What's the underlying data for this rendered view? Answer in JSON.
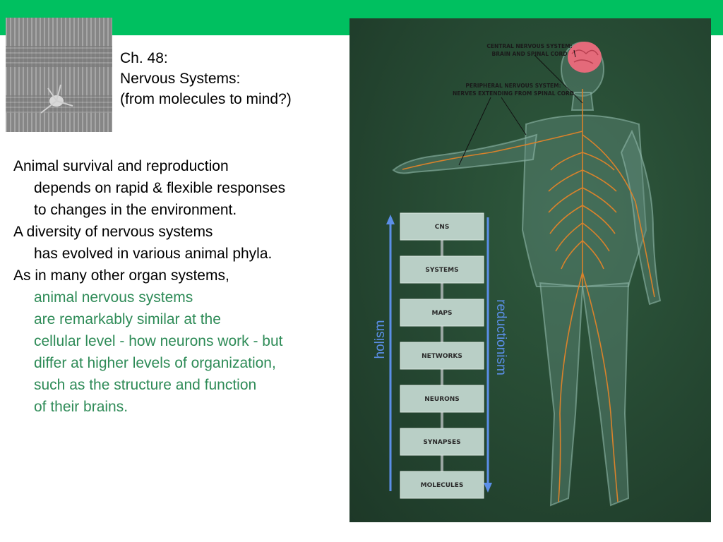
{
  "slide": {
    "title_lines": [
      "Ch. 48:",
      "Nervous Systems:",
      "(from molecules to mind?)"
    ],
    "paragraphs": [
      {
        "first": "Animal survival and reproduction",
        "rest": [
          "depends on rapid & flexible responses",
          "to changes in the environment."
        ]
      },
      {
        "first": "A diversity of nervous systems",
        "rest": [
          "has evolved in various animal phyla."
        ]
      },
      {
        "first": "As in many other organ systems,",
        "rest_green": [
          "animal nervous systems",
          "are remarkably similar at the",
          "cellular level - how neurons work - but",
          "differ at higher levels of organization,",
          "such as the structure and function",
          "of their brains."
        ]
      }
    ]
  },
  "figure": {
    "label_cns": [
      "CENTRAL NERVOUS SYSTEM:",
      "BRAIN AND SPINAL CORD"
    ],
    "label_pns": [
      "PERIPHERAL NERVOUS SYSTEM:",
      "NERVES EXTENDING FROM SPINAL CORD"
    ],
    "levels": [
      "CNS",
      "SYSTEMS",
      "MAPS",
      "NETWORKS",
      "NEURONS",
      "SYNAPSES",
      "MOLECULES"
    ],
    "axis_up": "holism",
    "axis_down": "reductionism"
  },
  "colors": {
    "top_bar": "#00c060",
    "green_text": "#2e8b57",
    "axis_blue": "#5b8fe8",
    "figure_bg": "#23422e"
  }
}
